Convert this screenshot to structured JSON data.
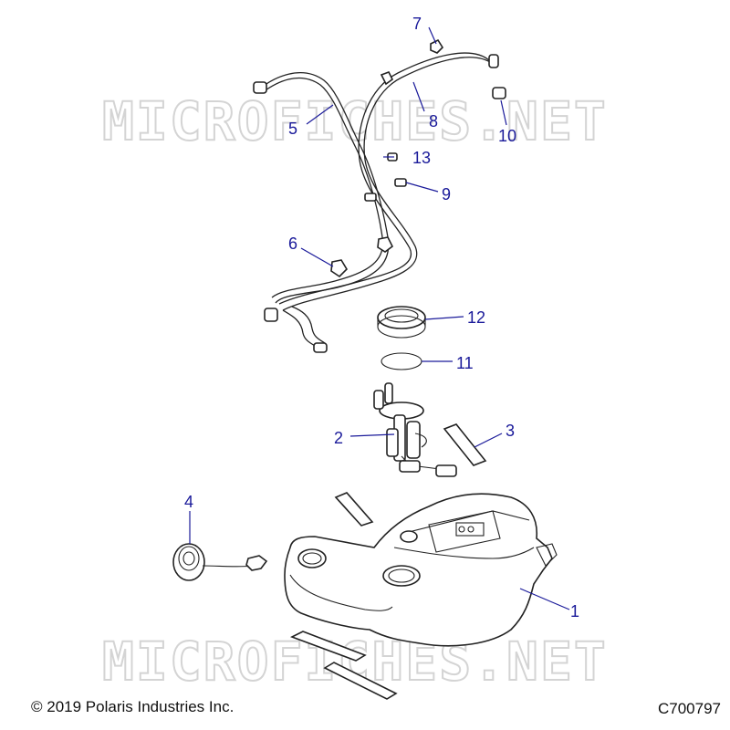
{
  "watermark": "MICROFICHES.NET",
  "footer": {
    "copyright": "© 2019 Polaris Industries Inc.",
    "diagram_code": "C700797"
  },
  "callouts": [
    {
      "id": "c1",
      "label": "1"
    },
    {
      "id": "c2",
      "label": "2"
    },
    {
      "id": "c3",
      "label": "3"
    },
    {
      "id": "c4",
      "label": "4"
    },
    {
      "id": "c5",
      "label": "5"
    },
    {
      "id": "c6",
      "label": "6"
    },
    {
      "id": "c7",
      "label": "7"
    },
    {
      "id": "c8",
      "label": "8"
    },
    {
      "id": "c9",
      "label": "9"
    },
    {
      "id": "c10",
      "label": "10"
    },
    {
      "id": "c11",
      "label": "11"
    },
    {
      "id": "c12",
      "label": "12"
    },
    {
      "id": "c13",
      "label": "13"
    }
  ]
}
